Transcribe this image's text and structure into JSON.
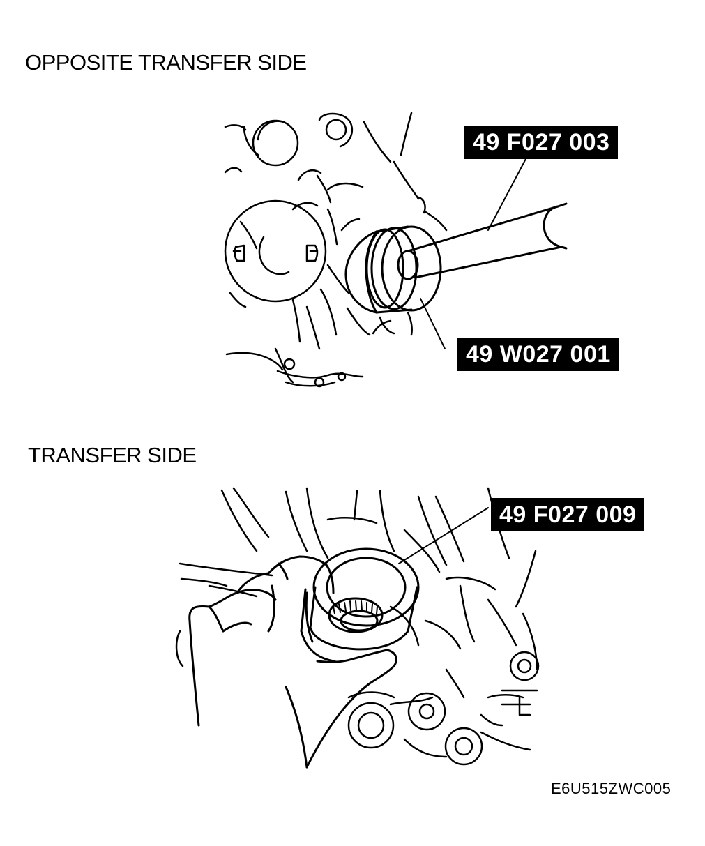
{
  "sections": {
    "top": {
      "heading": "OPPOSITE TRANSFER SIDE"
    },
    "bottom": {
      "heading": "TRANSFER SIDE"
    }
  },
  "callouts": {
    "tool_installer": "49 F027 003",
    "tool_attachment_top": "49 W027 001",
    "tool_attachment_bottom": "49 F027 009"
  },
  "figure_code": "E6U515ZWC005"
}
